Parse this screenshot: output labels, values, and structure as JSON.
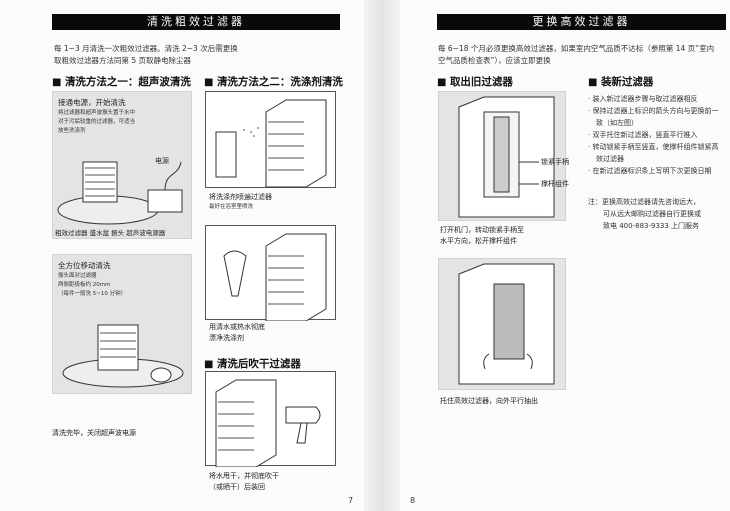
{
  "left_page": {
    "title": "清洗粗效过滤器",
    "intro": [
      "每 1~3 月清洗一次粗效过滤器。清洗 2~3 次后需更换",
      "取粗效过滤器方法同第 5 页取静电除尘器"
    ],
    "method1": {
      "heading": "清洗方法之一：超声波清洗",
      "box1": {
        "title": "接通电源，开始清洗",
        "lines": [
          "将过滤器和超声波振头置于水中",
          "对于污垢较重的过滤器，可适当",
          "放些洗涤剂"
        ],
        "power_label": "电源",
        "labels": "粗效过滤器  盛水盆  振头  超声波电源器"
      },
      "box2": {
        "title": "全方位移动清洗",
        "lines": [
          "振头面对过滤器",
          "两侧距极板约 20mm",
          "（每件一般洗 5~10 分钟）"
        ]
      },
      "footer": "清洗完毕，关闭超声波电源"
    },
    "method2": {
      "heading": "清洗方法之二：洗涤剂清洗",
      "cap1": "将洗涤剂喷遍过滤器",
      "cap1_small": "最好在浴室里喷洗",
      "cap2": [
        "用清水或热水彻底",
        "漂净洗涤剂"
      ]
    },
    "dry": {
      "heading": "清洗后吹干过滤器",
      "cap": [
        "将水甩干，并彻底吹干",
        "（或晒干）后装回"
      ]
    },
    "page_number": "7"
  },
  "right_page": {
    "title": "更换高效过滤器",
    "intro": [
      "每 6~18 个月必须更换高效过滤器，如果室内空气品质不达标（参照第 14 页“室内",
      "空气品质检查表”），应该立即更换"
    ],
    "remove": {
      "heading": "取出旧过滤器",
      "label_handle": "锁紧手柄",
      "label_rod": "撑杆组件",
      "cap1": [
        "打开机门，转动锁紧手柄至",
        "水平方向，松开撑杆组件"
      ],
      "cap2": "托住高效过滤器，向外平行抽出"
    },
    "install": {
      "heading": "装新过滤器",
      "items": [
        "· 装入新过滤器步骤与取过滤器相反",
        "· 保持过滤器上标识的箭头方向与更换前一致（如左图）",
        "· 双手托住新过滤器，竖直平行推入",
        "· 转动锁紧手柄至竖直，使撑杆组件锁紧高效过滤器",
        "· 在新过滤器标识条上写明下次更换日期"
      ],
      "note": [
        "注：更换高效过滤器请先咨询远大，",
        "可从远大邮购过滤器自行更换或",
        "致电 400-883-9333 上门服务"
      ]
    },
    "page_number": "8"
  }
}
